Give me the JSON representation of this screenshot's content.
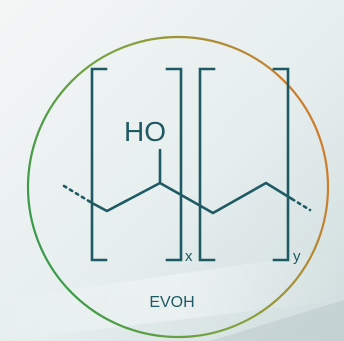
{
  "diagram": {
    "hydroxyl_label": "HO",
    "subscript_x": "x",
    "subscript_y": "y",
    "polymer_name": "EVOH"
  },
  "colors": {
    "structure": "#1e5a63",
    "ring_green": "#3a9a4a",
    "ring_orange": "#d9772a",
    "background": "#eef2f2"
  }
}
